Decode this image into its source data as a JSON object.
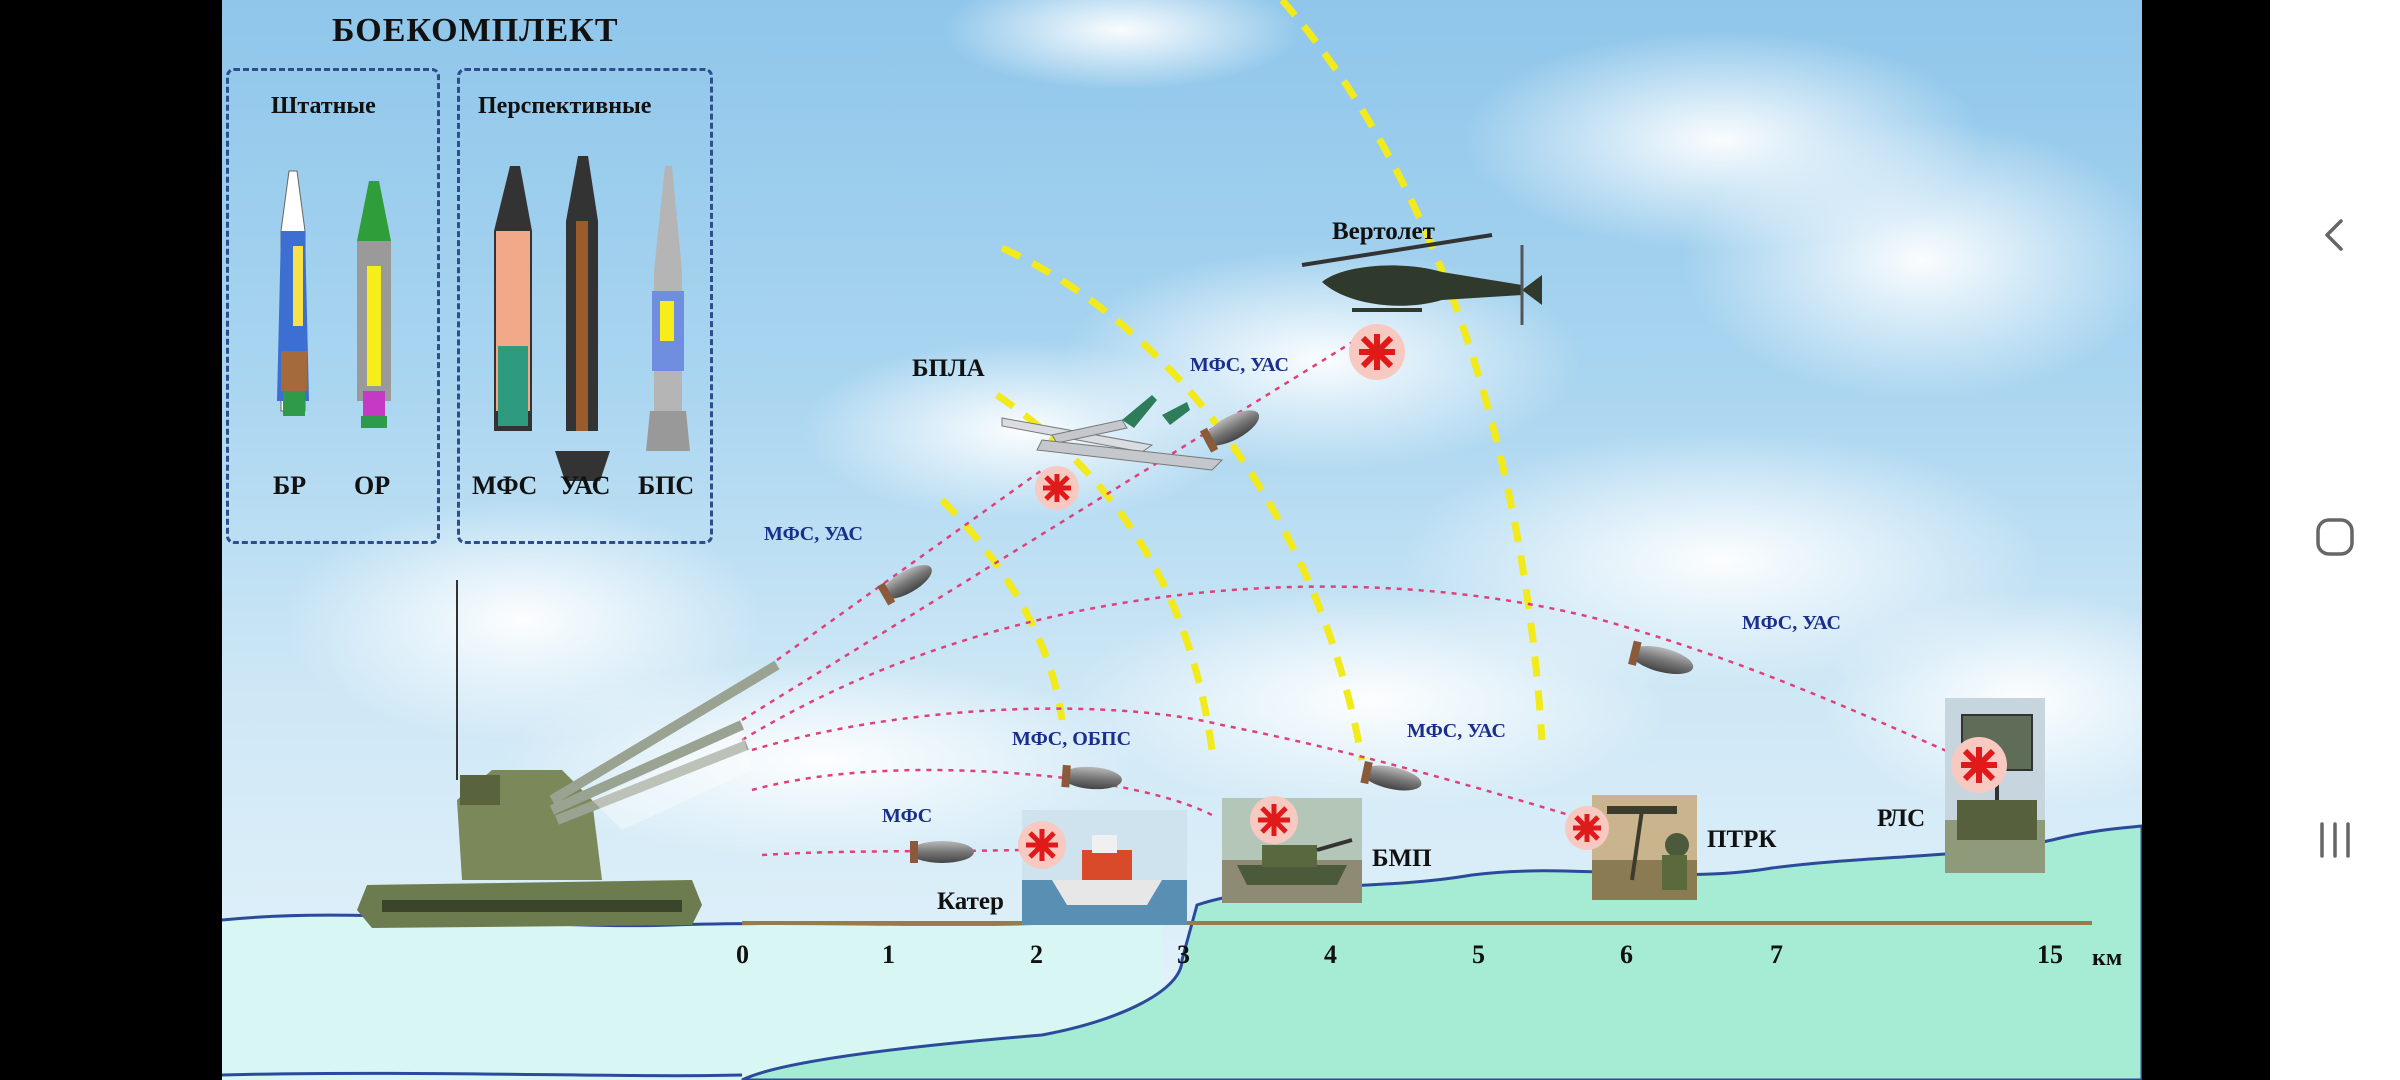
{
  "ammo": {
    "title": "БОЕКОМПЛЕКТ",
    "standard": {
      "title": "Штатные",
      "rounds": [
        "БР",
        "ОР"
      ]
    },
    "prospective": {
      "title": "Перспективные",
      "rounds": [
        "МФС",
        "УАС",
        "БПС"
      ]
    }
  },
  "targets": {
    "helicopter": "Вертолет",
    "uav": "БПЛА",
    "boat": "Катер",
    "ifv": "БМП",
    "atgm": "ПТРК",
    "radar": "РЛС"
  },
  "munitions": {
    "helicopter": "МФС, УАС",
    "uav": "МФС, УАС",
    "radar": "МФС, УАС",
    "atgm": "МФС, УАС",
    "ifv": "МФС, ОБПС",
    "boat": "МФС"
  },
  "distance": {
    "ticks": [
      "0",
      "1",
      "2",
      "3",
      "4",
      "5",
      "6",
      "7",
      "15"
    ],
    "unit": "км"
  },
  "colors": {
    "sky": "#a9d5f0",
    "ground": "#a6ecd4",
    "water": "#d7f6f4",
    "trajectory": "#e0407a",
    "zone_arc": "#f2ea1a",
    "box_border": "#2d4e8a"
  },
  "nav": {
    "icons": [
      "back-icon",
      "home-icon",
      "recent-apps-icon"
    ]
  }
}
